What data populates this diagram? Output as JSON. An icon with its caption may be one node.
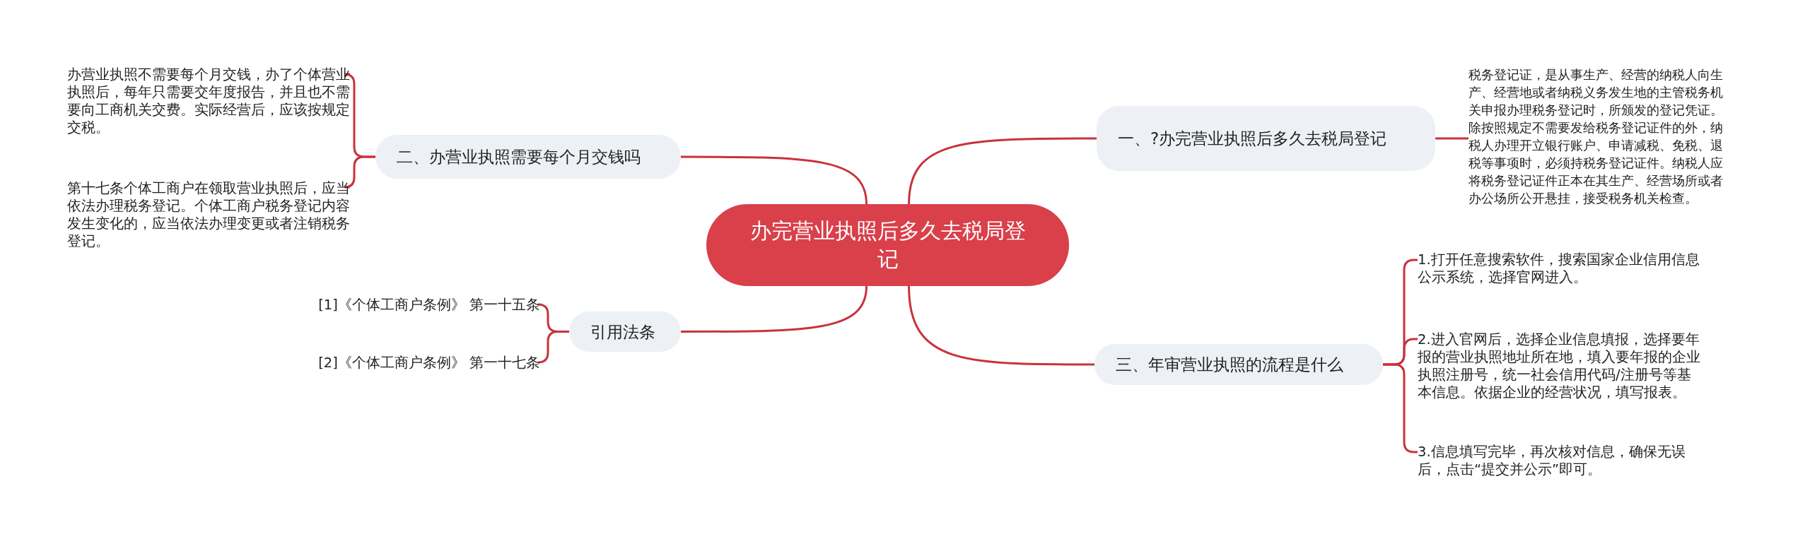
{
  "diagram": {
    "nodes": [
      {
        "text": [
          "办完营业执照后多久去税局登记"
        ]
      },
      {
        "text": [
          "一、?办完营业执照后多久去税局登记"
        ]
      },
      {
        "text": [
          "税务登记证，是从事生产、经营的纳税人向生产、经营地或者纳税义务发生地的主管税务机关申报办理税务登记时，所颁发的登记凭证。除按照规定不需要发给税务登记证件的外，纳税人办理开立银行账户、申请减税、免税、退税等事项时，必须持税务登记证件。纳税人应将税务登记证件正本在其生产、经营场所或者办公场所公开悬挂，接受税务机关检查。"
        ]
      },
      {
        "text": [
          "二、办营业执照需要每个月交钱吗"
        ]
      },
      {
        "text": [
          "办营业执照不需要每个月交钱，办了个体营业执照后，每年只需要交年度报告，并且也不需要向工商机关交费。实际经营后，应该按规定交税。"
        ]
      },
      {
        "text": [
          "第十七条个体工商户在领取营业执照后，应当依法办理税务登记。个体工商户税务登记内容发生变化的，应当依法办理变更或者注销税务登记。"
        ]
      },
      {
        "text": [
          "引用法条"
        ]
      },
      {
        "text": [
          "[1]《个体工商户条例》 第一十五条"
        ]
      },
      {
        "text": [
          "[2]《个体工商户条例》 第一十七条"
        ]
      },
      {
        "text": [
          "三、年审营业执照的流程是什么"
        ]
      },
      {
        "text": [
          "1.打开任意搜索软件，搜索国家企业信用信息公示系统，选择官网进入。"
        ]
      },
      {
        "text": [
          "2.进入官网后，选择企业信息填报，选择要年报的营业执照地址所在地，填入要年报的企业执照注册号，统一社会信用代码/注册号等基本信息。依据企业的经营状况，填写报表。"
        ]
      },
      {
        "text": [
          "3.信息填写完毕，再次核对信息，确保无误后，点击“提交并公示”即可。"
        ]
      }
    ],
    "edges": [
      {
        "from": 0,
        "to": 1,
        "arrow": "none"
      },
      {
        "from": 0,
        "to": 3,
        "arrow": "none"
      },
      {
        "from": 0,
        "to": 6,
        "arrow": "none"
      },
      {
        "from": 0,
        "to": 9,
        "arrow": "none"
      },
      {
        "from": 1,
        "to": 2,
        "arrow": "none"
      },
      {
        "from": 3,
        "to": 4,
        "arrow": "none"
      },
      {
        "from": 3,
        "to": 5,
        "arrow": "none"
      },
      {
        "from": 6,
        "to": 7,
        "arrow": "none"
      },
      {
        "from": 6,
        "to": 8,
        "arrow": "none"
      },
      {
        "from": 9,
        "to": 10,
        "arrow": "none"
      },
      {
        "from": 9,
        "to": 11,
        "arrow": "none"
      },
      {
        "from": 9,
        "to": 12,
        "arrow": "none"
      }
    ]
  }
}
